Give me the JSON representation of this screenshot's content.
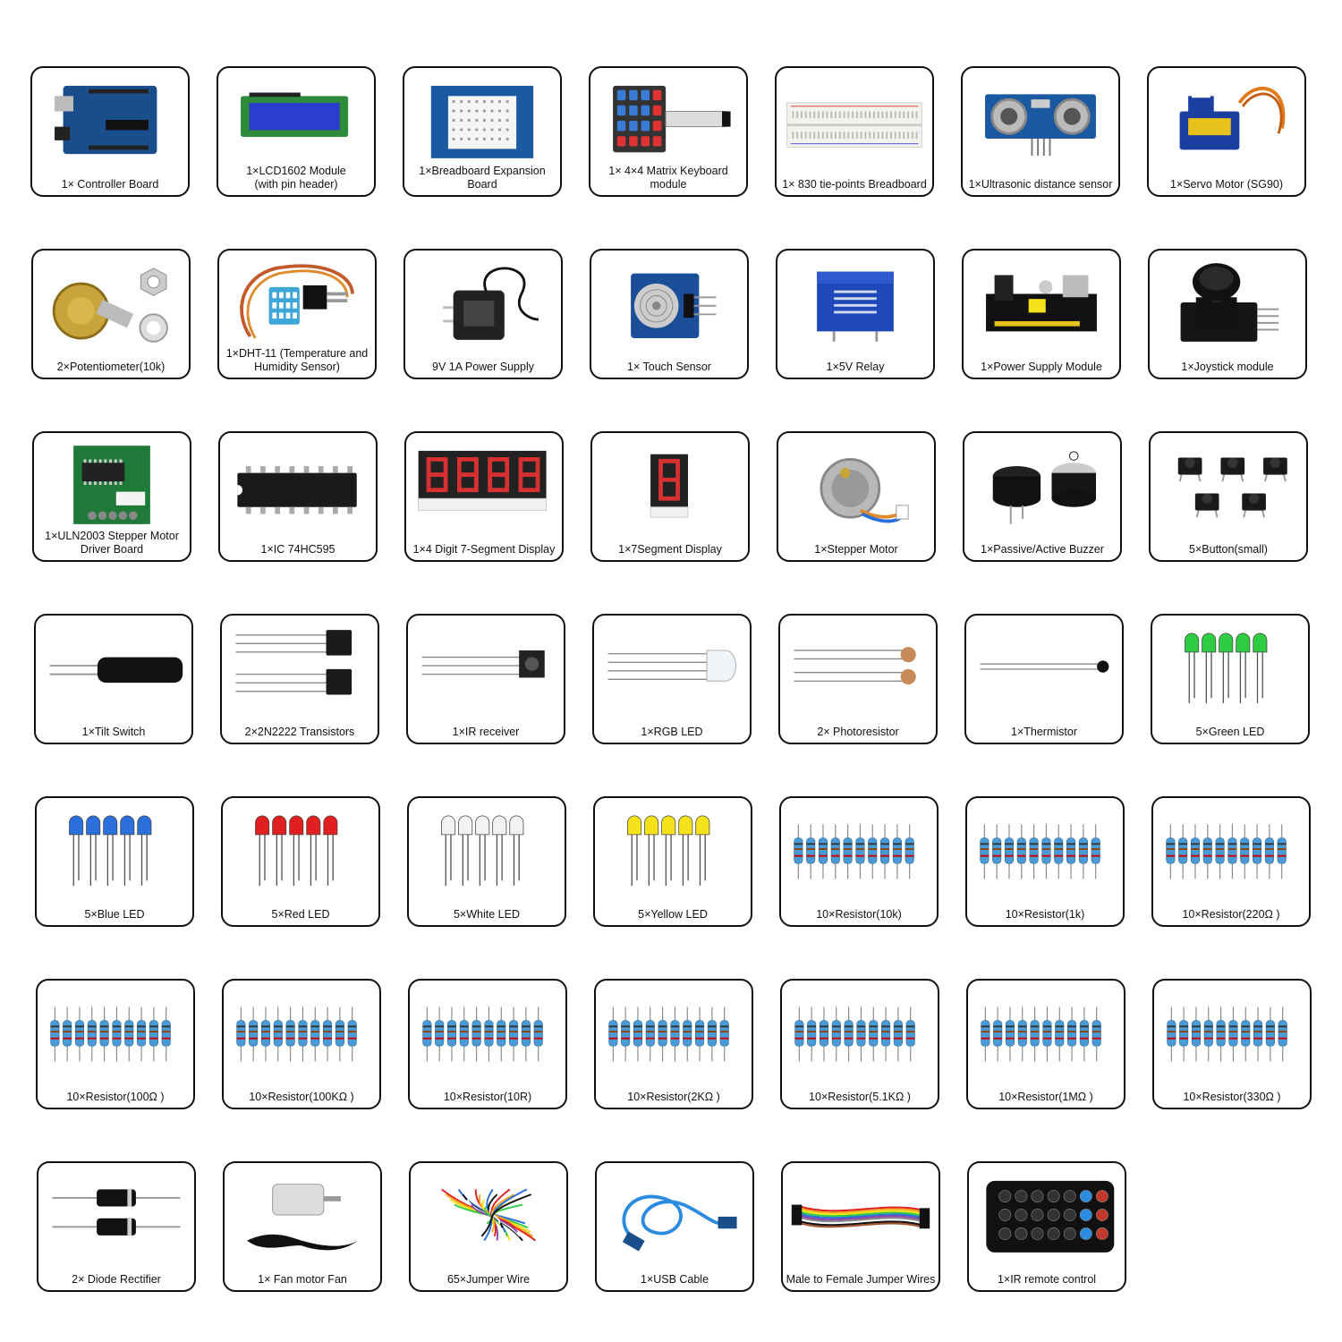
{
  "components": [
    {
      "label": "1× Controller Board",
      "icon": "board-icon"
    },
    {
      "label": "1×LCD1602 Module\n(with pin header)",
      "icon": "lcd-icon"
    },
    {
      "label": "1×Breadboard Expansion Board",
      "icon": "proto-shield-icon"
    },
    {
      "label": "1× 4×4 Matrix Keyboard\nmodule",
      "icon": "keypad-icon"
    },
    {
      "label": "1× 830 tie-points Breadboard",
      "icon": "breadboard-icon"
    },
    {
      "label": "1×Ultrasonic distance sensor",
      "icon": "ultrasonic-icon"
    },
    {
      "label": "1×Servo Motor (SG90)",
      "icon": "servo-icon"
    },
    {
      "label": "2×Potentiometer(10k)",
      "icon": "potentiometer-icon"
    },
    {
      "label": "1×DHT-11 (Temperature and\nHumidity Sensor)",
      "icon": "dht11-icon"
    },
    {
      "label": "9V 1A Power Supply",
      "icon": "power-adapter-icon"
    },
    {
      "label": "1× Touch Sensor",
      "icon": "touch-sensor-icon"
    },
    {
      "label": "1×5V Relay",
      "icon": "relay-icon"
    },
    {
      "label": "1×Power Supply Module",
      "icon": "power-module-icon"
    },
    {
      "label": "1×Joystick module",
      "icon": "joystick-icon"
    },
    {
      "label": "1×ULN2003 Stepper Motor\nDriver Board",
      "icon": "driver-board-icon"
    },
    {
      "label": "1×IC 74HC595",
      "icon": "ic-chip-icon"
    },
    {
      "label": "1×4 Digit 7-Segment Display",
      "icon": "four-digit-display-icon"
    },
    {
      "label": "1×7Segment Display",
      "icon": "seven-segment-icon"
    },
    {
      "label": "1×Stepper Motor",
      "icon": "stepper-motor-icon"
    },
    {
      "label": "1×Passive/Active Buzzer",
      "icon": "buzzer-icon"
    },
    {
      "label": "5×Button(small)",
      "icon": "button-icon"
    },
    {
      "label": "1×Tilt Switch",
      "icon": "tilt-switch-icon"
    },
    {
      "label": "2×2N2222 Transistors",
      "icon": "transistor-icon"
    },
    {
      "label": "1×IR receiver",
      "icon": "ir-receiver-icon"
    },
    {
      "label": "1×RGB LED",
      "icon": "rgb-led-icon"
    },
    {
      "label": "2× Photoresistor",
      "icon": "photoresistor-icon"
    },
    {
      "label": "1×Thermistor",
      "icon": "thermistor-icon"
    },
    {
      "label": "5×Green LED",
      "icon": "led-icon",
      "color": "#2ecc40"
    },
    {
      "label": "5×Blue LED",
      "icon": "led-icon",
      "color": "#2a6fdb"
    },
    {
      "label": "5×Red LED",
      "icon": "led-icon",
      "color": "#e02020"
    },
    {
      "label": "5×White LED",
      "icon": "led-icon",
      "color": "#f2f2f2"
    },
    {
      "label": "5×Yellow LED",
      "icon": "led-icon",
      "color": "#f5e21a"
    },
    {
      "label": "10×Resistor(10k)",
      "icon": "resistor-icon"
    },
    {
      "label": "10×Resistor(1k)",
      "icon": "resistor-icon"
    },
    {
      "label": "10×Resistor(220Ω )",
      "icon": "resistor-icon"
    },
    {
      "label": "10×Resistor(100Ω )",
      "icon": "resistor-icon"
    },
    {
      "label": "10×Resistor(100KΩ )",
      "icon": "resistor-icon"
    },
    {
      "label": "10×Resistor(10R)",
      "icon": "resistor-icon"
    },
    {
      "label": "10×Resistor(2KΩ )",
      "icon": "resistor-icon"
    },
    {
      "label": "10×Resistor(5.1KΩ )",
      "icon": "resistor-icon"
    },
    {
      "label": "10×Resistor(1MΩ )",
      "icon": "resistor-icon"
    },
    {
      "label": "10×Resistor(330Ω )",
      "icon": "resistor-icon"
    },
    {
      "label": "2× Diode Rectifier",
      "icon": "diode-icon"
    },
    {
      "label": "1× Fan motor Fan",
      "icon": "fan-motor-icon"
    },
    {
      "label": "65×Jumper Wire",
      "icon": "jumper-wire-icon"
    },
    {
      "label": "1×USB Cable",
      "icon": "usb-cable-icon"
    },
    {
      "label": "Male to Female Jumper Wires",
      "icon": "ribbon-cable-icon"
    },
    {
      "label": "1×IR remote control",
      "icon": "ir-remote-icon"
    }
  ]
}
